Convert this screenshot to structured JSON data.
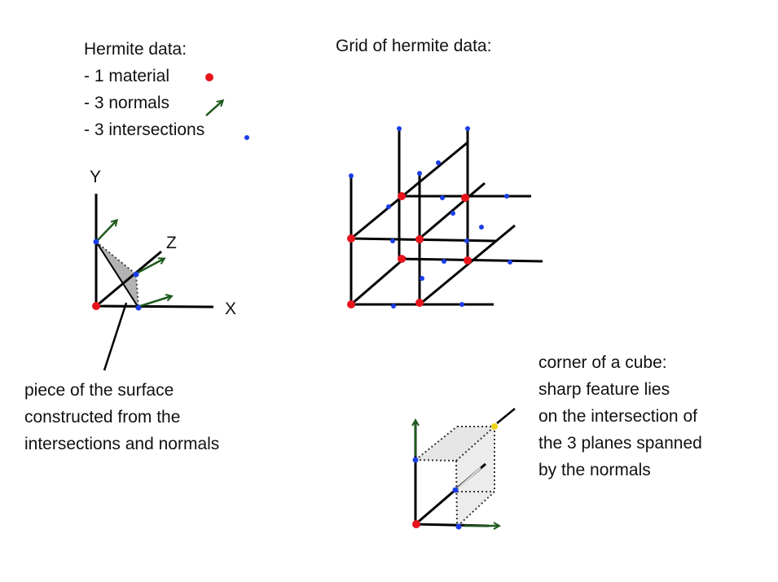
{
  "legend": {
    "title": "Hermite data:",
    "items": [
      {
        "label": "- 1 material",
        "icon": "red-dot-icon"
      },
      {
        "label": "- 3 normals",
        "icon": "green-arrow-icon"
      },
      {
        "label": "- 3 intersections",
        "icon": "blue-dot-icon"
      }
    ]
  },
  "grid_title": "Grid of hermite data:",
  "axes": {
    "y": "Y",
    "z": "Z",
    "x": "X"
  },
  "surface_caption": [
    "piece of the surface",
    "constructed from the",
    "intersections and normals"
  ],
  "cube_caption": [
    "corner of a cube:",
    "sharp feature lies",
    "on the intersection of",
    "the 3 planes spanned",
    "by the normals"
  ],
  "colors": {
    "material": "#e8141c",
    "intersection": "#1a3ee6",
    "normal": "#1e5a1e",
    "feature": "#f2d21b",
    "line": "#000000",
    "surface": "#b3b3b3",
    "plane": "#e6e6e6"
  }
}
